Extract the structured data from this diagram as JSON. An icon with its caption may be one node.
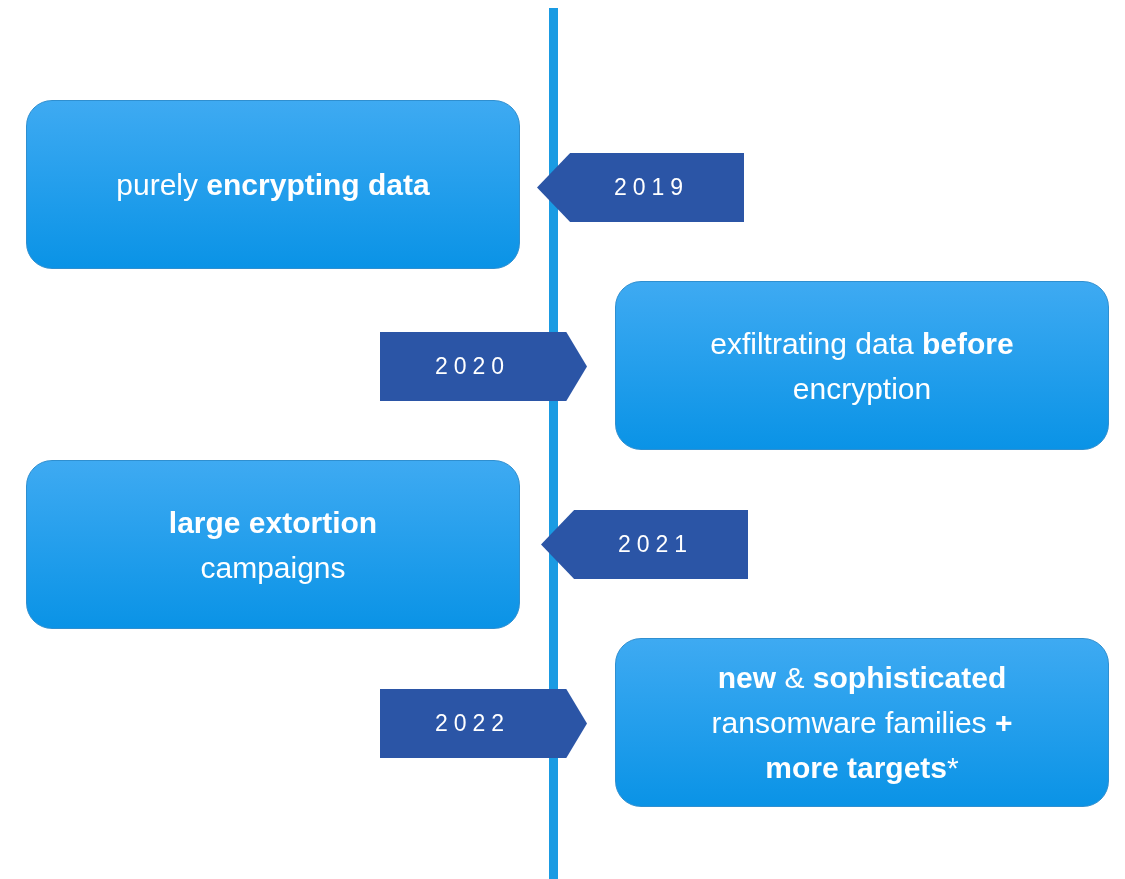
{
  "diagram": {
    "nodes": [
      {
        "text": [
          "purely **encrypting data**"
        ]
      },
      {
        "text": [
          "2019"
        ]
      },
      {
        "text": [
          "2020"
        ]
      },
      {
        "text": [
          "exfiltrating data **before** encryption"
        ]
      },
      {
        "text": [
          "**large extortion** campaigns"
        ]
      },
      {
        "text": [
          "2021"
        ]
      },
      {
        "text": [
          "2022"
        ]
      },
      {
        "text": [
          "**new** & **sophisticated** ransomware families **+ more targets***"
        ]
      }
    ]
  }
}
